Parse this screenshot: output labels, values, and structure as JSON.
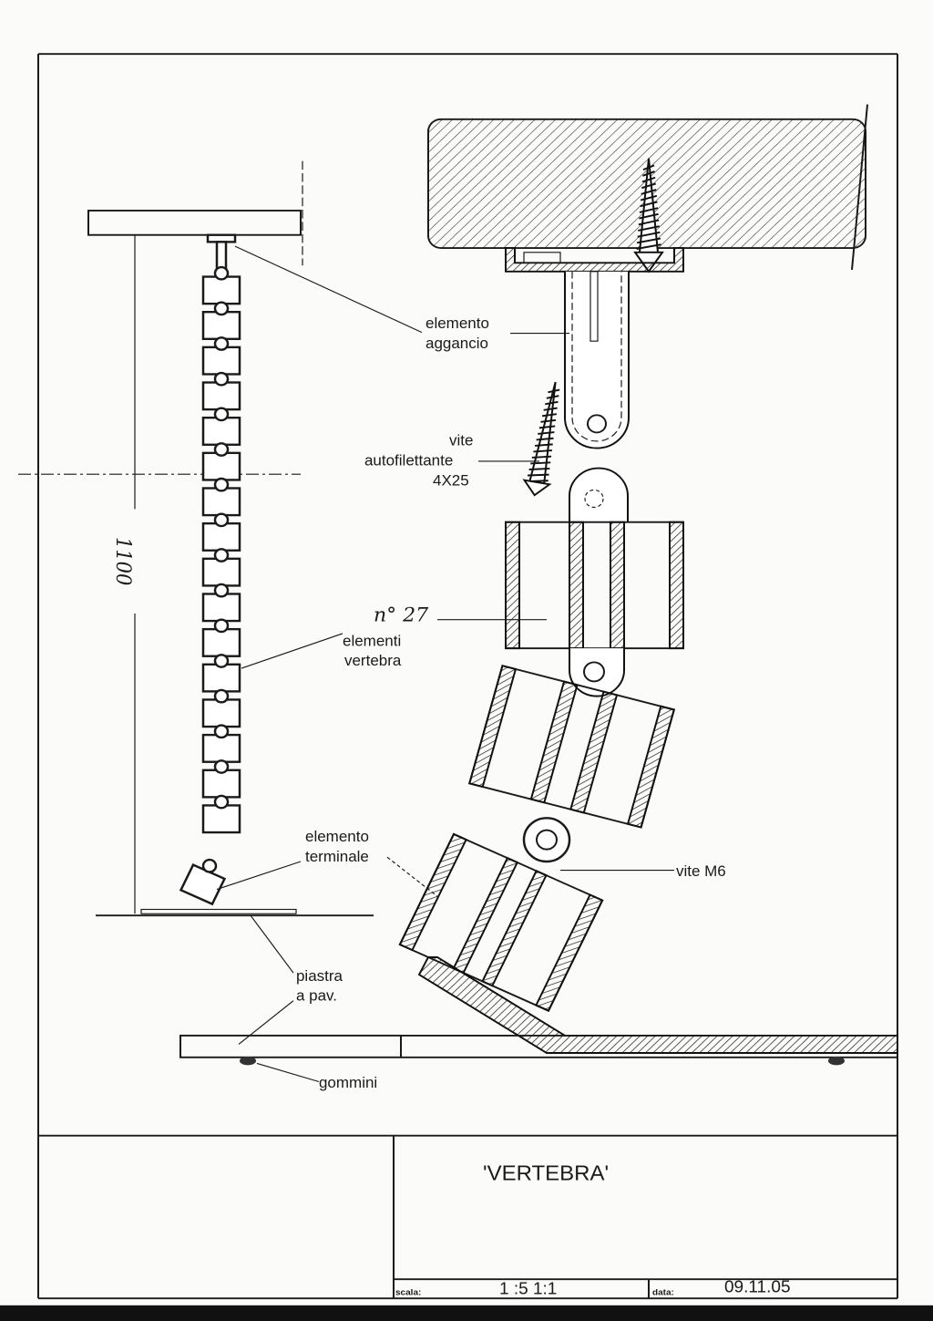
{
  "title": "'VERTEBRA'",
  "title_block": {
    "scale_label": "scala:",
    "scale_value": "1 :5   1:1",
    "date_label": "data:",
    "date_value": "09.11.05"
  },
  "dimension": {
    "height_handwritten": "1100"
  },
  "labels": {
    "hook_1": "elemento",
    "hook_2": "aggancio",
    "screw_1": "vite",
    "screw_2": "autofilettante",
    "screw_3": "4X25",
    "count_handwritten": "n° 27",
    "vertebra_1": "elementi",
    "vertebra_2": "vertebra",
    "terminal_1": "elemento",
    "terminal_2": "terminale",
    "bolt": "vite M6",
    "plate_1": "piastra",
    "plate_2": "a pav.",
    "feet": "gommini"
  }
}
